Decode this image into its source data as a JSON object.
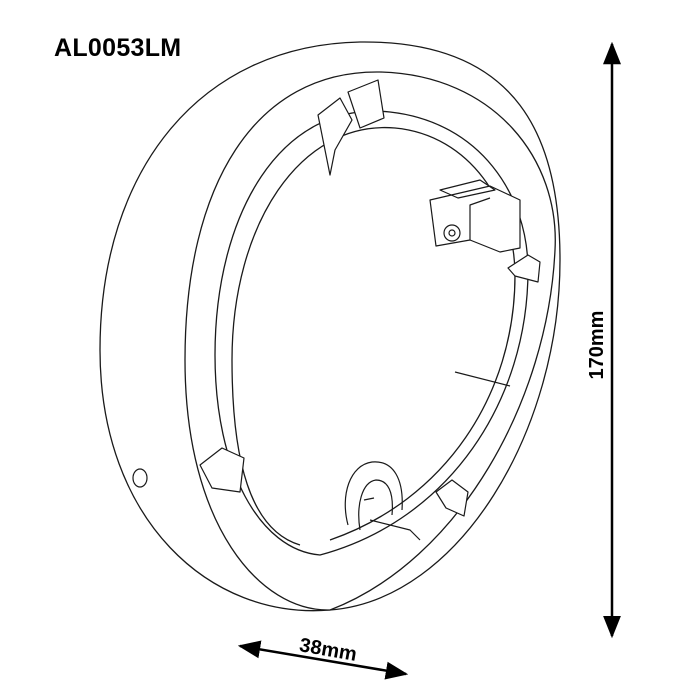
{
  "product": {
    "model": "AL0053LM"
  },
  "dimensions": {
    "height": "170mm",
    "depth": "38mm"
  },
  "colors": {
    "line": "#1a1a1a",
    "fill": "#ffffff",
    "background": "#ffffff"
  }
}
